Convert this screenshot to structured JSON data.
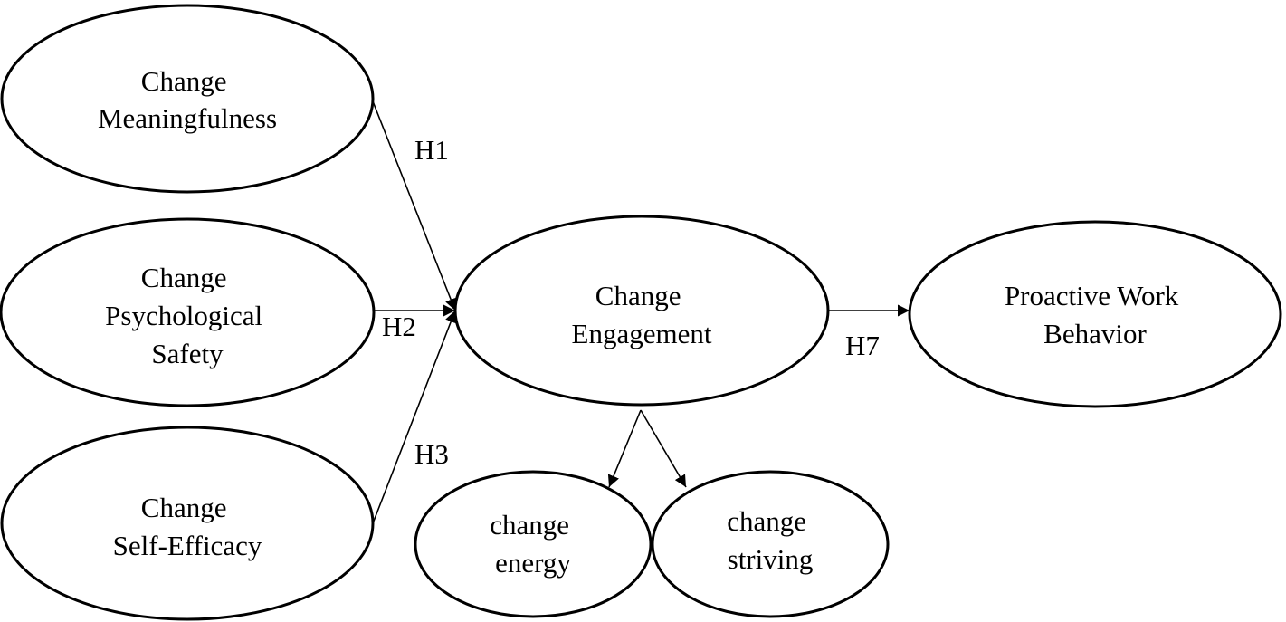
{
  "nodes": {
    "meaningfulness": {
      "lines": [
        "Change",
        "Meaningfulness"
      ]
    },
    "safety": {
      "lines": [
        "Change",
        "Psychological",
        "Safety"
      ]
    },
    "efficacy": {
      "lines": [
        "Change",
        "Self-Efficacy"
      ]
    },
    "engagement": {
      "lines": [
        "Change",
        "Engagement"
      ]
    },
    "proactive": {
      "lines": [
        "Proactive Work",
        "Behavior"
      ]
    },
    "energy": {
      "lines": [
        "change",
        "energy"
      ]
    },
    "striving": {
      "lines": [
        "change",
        "striving"
      ]
    }
  },
  "edges": {
    "h1": {
      "label": "H1"
    },
    "h2": {
      "label": "H2"
    },
    "h3": {
      "label": "H3"
    },
    "h7": {
      "label": "H7"
    }
  },
  "colors": {
    "stroke": "#000000",
    "fill": "#ffffff",
    "text": "#000000"
  }
}
